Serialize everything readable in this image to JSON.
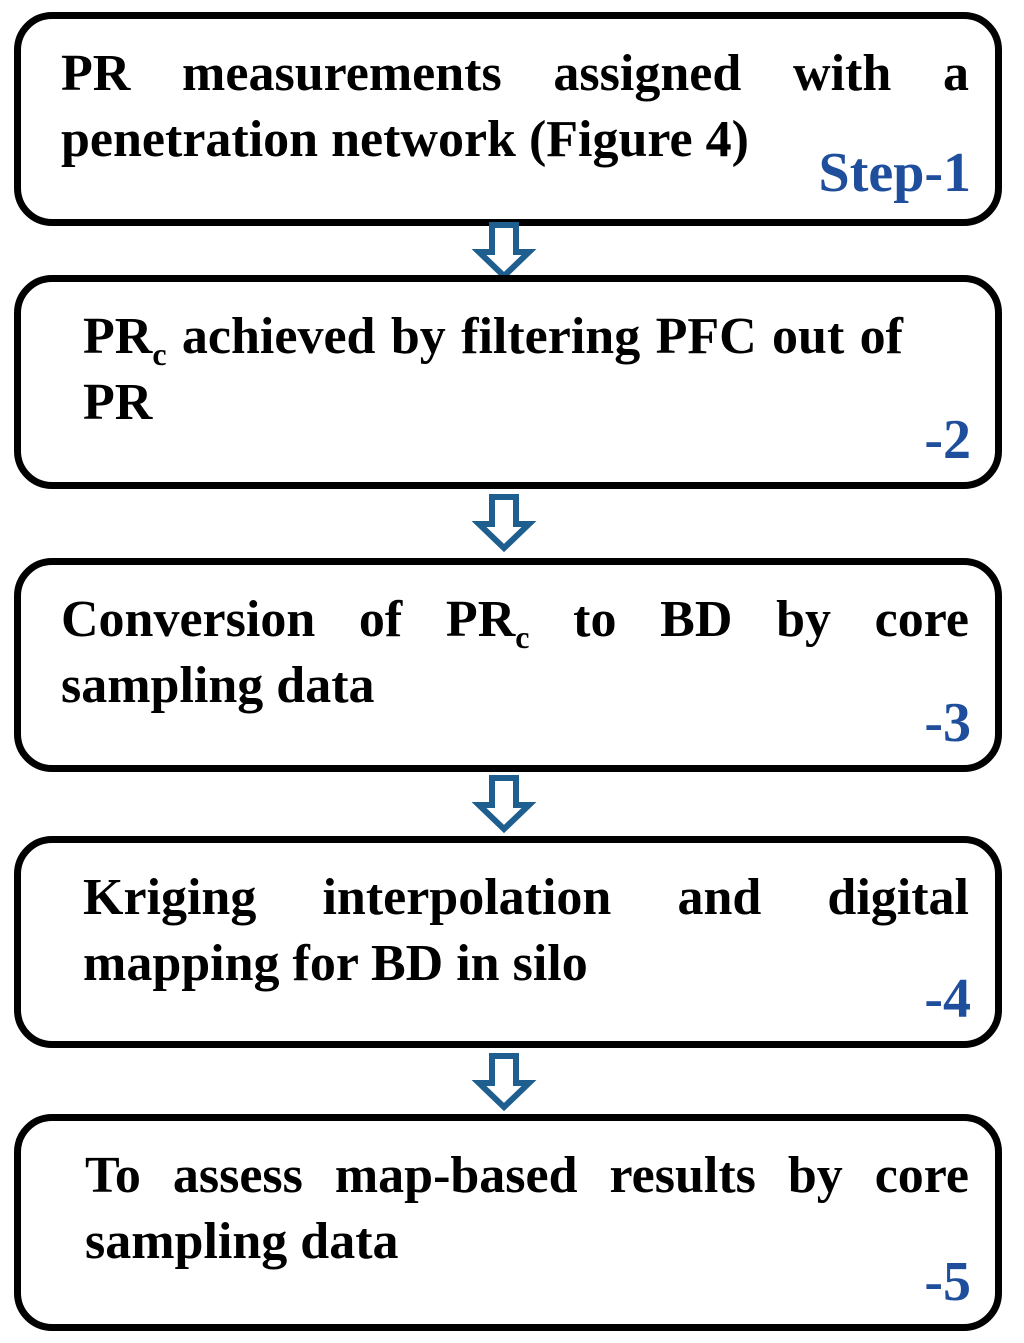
{
  "colors": {
    "border": "#000000",
    "label": "#1f4e9c",
    "arrow": "#1f5f8f"
  },
  "steps": [
    {
      "text": "PR measurements assigned with a penetration network (Figure 4)",
      "label": "Step-1"
    },
    {
      "text_before": "PR",
      "subscript": "c",
      "text_after": " achieved by filtering PFC out of PR",
      "label": "-2"
    },
    {
      "text_before": "Conversion of PR",
      "subscript": "c",
      "text_after": " to BD by core sampling data",
      "label": "-3"
    },
    {
      "text": "Kriging interpolation and digital mapping for BD in silo",
      "label": "-4"
    },
    {
      "text": "To assess map-based results by core sampling data",
      "label": "-5"
    }
  ],
  "arrows": [
    {
      "icon": "hollow-down-arrow-icon"
    },
    {
      "icon": "hollow-down-arrow-icon"
    },
    {
      "icon": "hollow-down-arrow-icon"
    },
    {
      "icon": "hollow-down-arrow-icon"
    }
  ]
}
